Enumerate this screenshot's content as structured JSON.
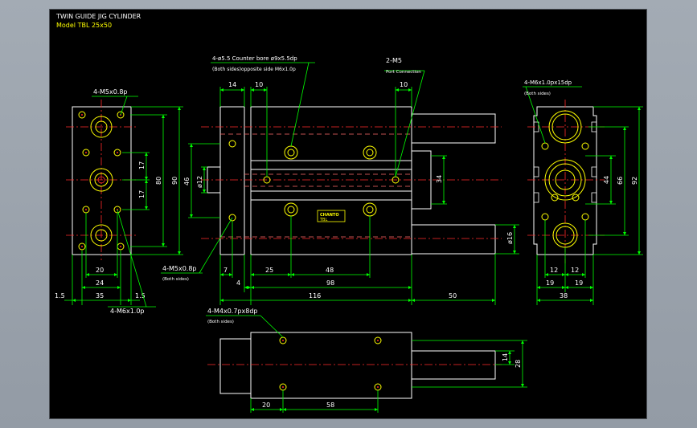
{
  "title_block": {
    "title": "TWIN GUIDE JIG CYLINDER",
    "model": "Model   TBL  25x50"
  },
  "colors": {
    "background": "#000000",
    "outline": "#ffffff",
    "dimension": "#00ff00",
    "hole": "#ffff00",
    "centerline": "#ff2a2a",
    "hidden": "#ff6a6a",
    "text": "#ffffff",
    "frame": "#9aa2ab"
  },
  "callouts": {
    "top_holes": "4-ø5.5 Counter bore ø9x5.5dp",
    "top_holes_sub": "(Both sides)opposite side M6x1.0p",
    "port": "2-M5",
    "port_sub": "Port Connection",
    "left_m5": "4-M5x0.8p",
    "left_m6": "4-M6x1.0p",
    "front_m5": "4-M5x0.8p",
    "front_m5_sub": "(Both sides)",
    "right_m6": "4-M6x1.0px15dp",
    "right_m6_sub": "(Both sides)",
    "bottom_m4": "4-M4x0.7px8dp",
    "bottom_m4_sub": "(Both sides)"
  },
  "nameplate": {
    "brand": "CHANTO",
    "text": "TBL"
  },
  "dims": {
    "left_view": {
      "h17a": "17",
      "h17b": "17",
      "h80": "80",
      "h90": "90",
      "w20": "20",
      "w24": "24",
      "w35": "35",
      "w1_5a": "1.5",
      "w1_5b": "1.5"
    },
    "front_view": {
      "top14": "14",
      "top10a": "10",
      "top10b": "10",
      "d46": "46",
      "d12": "ø12",
      "h34": "34",
      "d16": "ø16",
      "w7": "7",
      "w25": "25",
      "w48": "48",
      "w4": "4",
      "w98": "98",
      "w116": "116",
      "w50": "50"
    },
    "right_view": {
      "h44": "44",
      "h66": "66",
      "h92": "92",
      "w12a": "12",
      "w12b": "12",
      "w19a": "19",
      "w19b": "19",
      "w38": "38"
    },
    "bottom_view": {
      "h14": "14",
      "h28": "28",
      "w20": "20",
      "w58": "58"
    }
  }
}
